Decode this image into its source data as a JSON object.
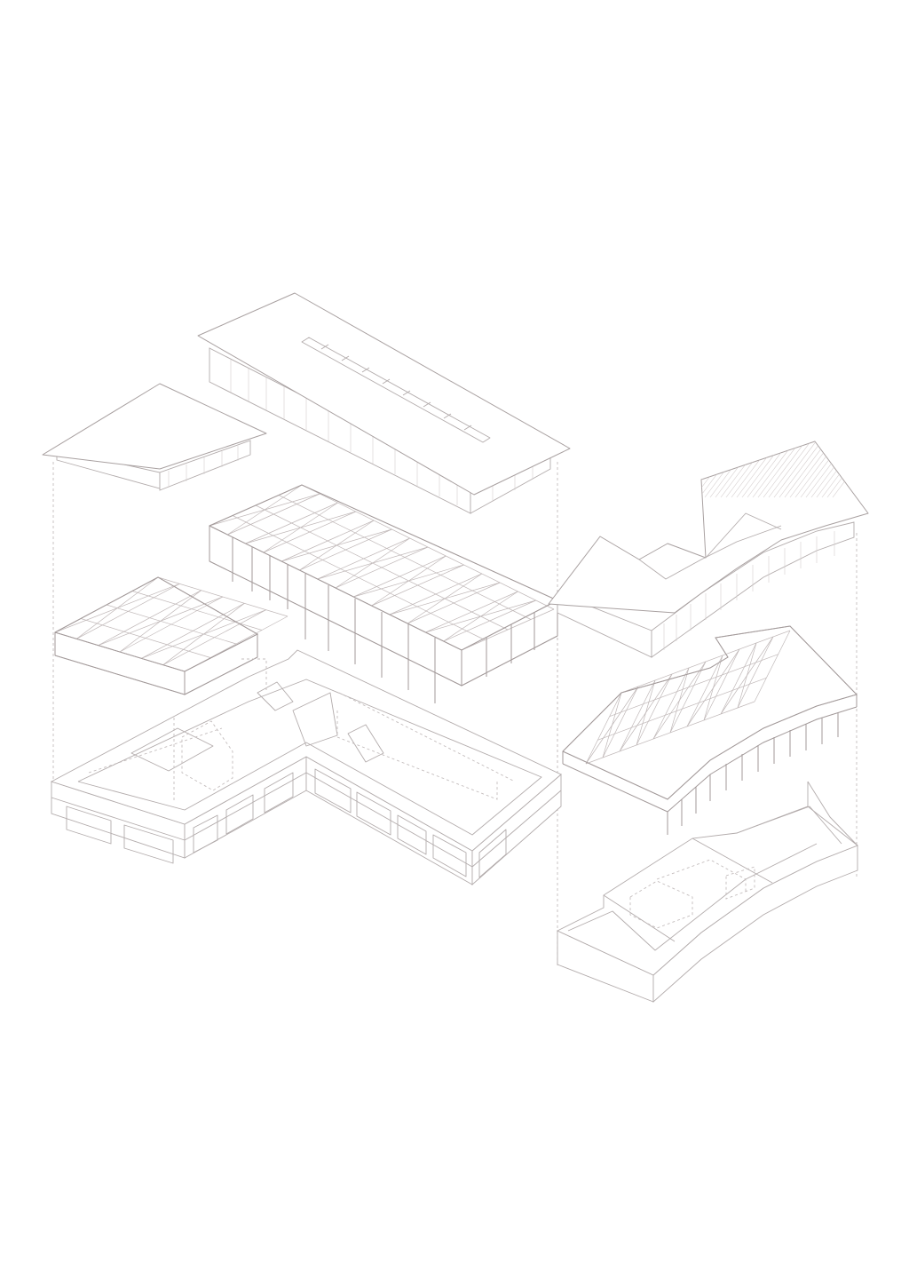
{
  "drawing": {
    "kind": "exploded axonometric",
    "line_color": "#b3acac",
    "background": "#ffffff",
    "groups": [
      {
        "id": "left-complex",
        "layers": [
          "roofs",
          "timber-frame",
          "ground-plinth"
        ]
      },
      {
        "id": "right-complex",
        "layers": [
          "roof",
          "timber-frame",
          "ground-plinth"
        ]
      }
    ]
  }
}
